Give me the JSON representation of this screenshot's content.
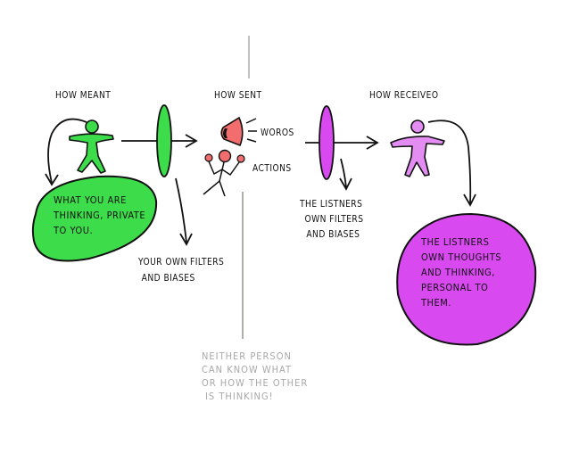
{
  "colors": {
    "sender_green": "#3ddc4a",
    "receiver_purple": "#d84af0",
    "megaphone_red": "#f26d6d",
    "ink": "#111111",
    "divider_gray": "#b0aca8",
    "note_gray": "#a8a8a8"
  },
  "headings": {
    "how_meant": "How Meant",
    "how_sent": "How Sent",
    "how_received": "How Receiveo"
  },
  "sent": {
    "words": "Woros",
    "actions": "Actions"
  },
  "sender_bubble": {
    "lines": [
      "What you are",
      "thinking, Private",
      "to you."
    ]
  },
  "sender_filter": {
    "lines": [
      "Your own filters",
      "and biases"
    ]
  },
  "listener_filter": {
    "lines": [
      "The listners",
      "own filters",
      "and biases"
    ]
  },
  "receiver_bubble": {
    "lines": [
      "The listners",
      "own thoughts",
      "and thinking,",
      "personal to",
      "them."
    ]
  },
  "footnote": {
    "lines": [
      "Neither person",
      "can know what",
      "or how the other",
      "is thinking!"
    ]
  }
}
